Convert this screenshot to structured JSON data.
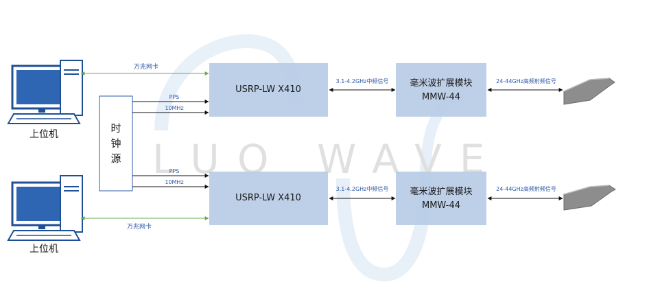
{
  "watermark": "LUO WAVE",
  "pc_label": "上位机",
  "clock": {
    "chars": [
      "时",
      "钟",
      "源"
    ]
  },
  "usrp_label": "USRP-LW X410",
  "mmw": {
    "line1": "毫米波扩展模块",
    "line2": "MMW-44"
  },
  "link_10g": "万兆网卡",
  "pps": "PPS",
  "ref10": "10MHz",
  "if_link": "3.1-4.2GHz中频信号",
  "rf_link": "24-44GHz高频射频信号",
  "colors": {
    "box_fill": "#b8cce6",
    "green_link": "#6aa84f",
    "blue_text": "#2e5aa8",
    "monitor": "#2f66b3",
    "watermark": "#c8c8c8"
  }
}
